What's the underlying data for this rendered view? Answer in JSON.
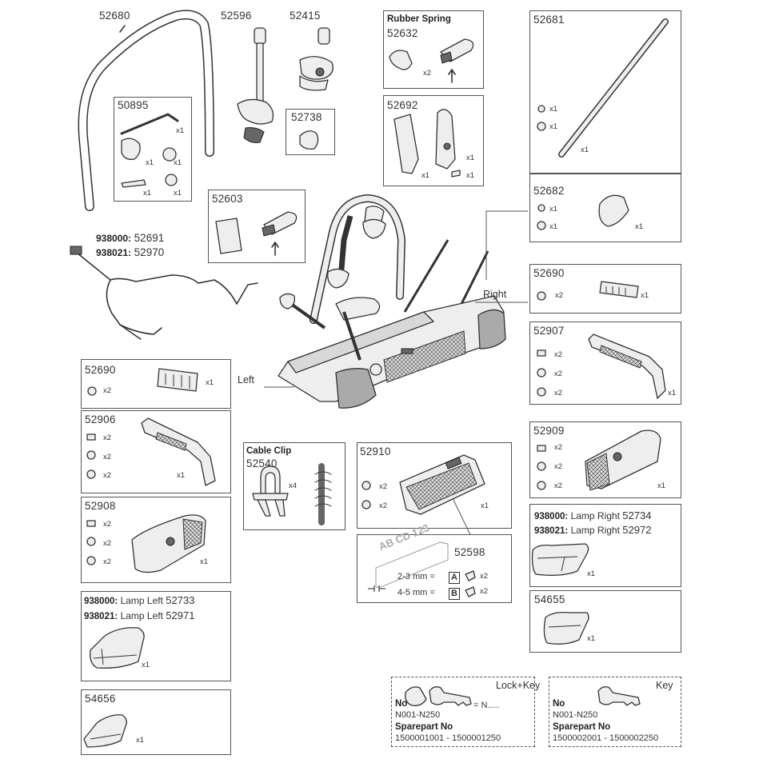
{
  "parts": {
    "p52680": "52680",
    "p52596": "52596",
    "p52415": "52415",
    "p52681": "52681",
    "p50895": "50895",
    "p52738": "52738",
    "p52632": "52632",
    "p52692": "52692",
    "p52682": "52682",
    "p52603": "52603",
    "p52691": "52691",
    "p52970": "52970",
    "p52690_right": "52690",
    "p52907": "52907",
    "p52690_left": "52690",
    "p52906": "52906",
    "p52909": "52909",
    "p52540": "52540",
    "p52910": "52910",
    "p52908": "52908",
    "p52734": "52734",
    "p52972": "52972",
    "p52598": "52598",
    "p54655": "54655",
    "p52733": "52733",
    "p52971": "52971",
    "p54656": "54656"
  },
  "codes": {
    "c938000": "938000:",
    "c938021": "938021:"
  },
  "titles": {
    "rubber_spring": "Rubber Spring",
    "cable_clip": "Cable Clip",
    "lamp_right": "Lamp Right",
    "lamp_left": "Lamp Left"
  },
  "labels": {
    "right": "Right",
    "left": "Left"
  },
  "qty": {
    "x1": "x1",
    "x2": "x2",
    "x4": "x4"
  },
  "plate": {
    "text": "AB CD 123",
    "row_a": "2-3 mm =",
    "row_b": "4-5 mm =",
    "a": "A",
    "b": "B"
  },
  "lockkey": {
    "title": "Lock+Key",
    "eq": "= N.....",
    "no_label": "No",
    "no_value": "N001-N250",
    "spare_label": "Sparepart No",
    "spare_value": "1500001001 - 1500001250"
  },
  "key": {
    "title": "Key",
    "no_label": "No",
    "no_value": "N001-N250",
    "spare_label": "Sparepart No",
    "spare_value": "1500002001 - 1500002250"
  }
}
